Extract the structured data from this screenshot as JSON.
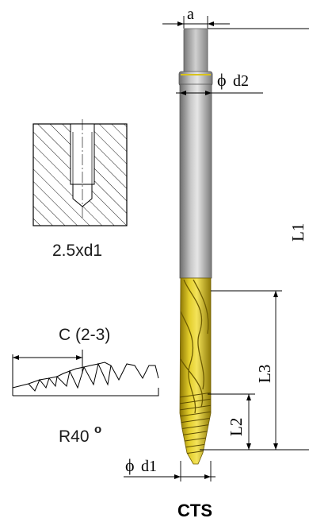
{
  "labels": {
    "a": "a",
    "d2": "d2",
    "l1": "L1",
    "l3": "L3",
    "l2": "L2",
    "d1": "d1",
    "hole_depth": "2.5xd1",
    "chamfer": "C (2-3)",
    "rake": "R40",
    "degree_mark": "o",
    "diameter_symbol": "ϕ",
    "title": "CTS"
  },
  "colors": {
    "coating": "#d8c21c",
    "coating_dark": "#8f7a06",
    "shank": "#a8a8a8",
    "shank_dark": "#6a6a6a",
    "line": "#000000"
  }
}
